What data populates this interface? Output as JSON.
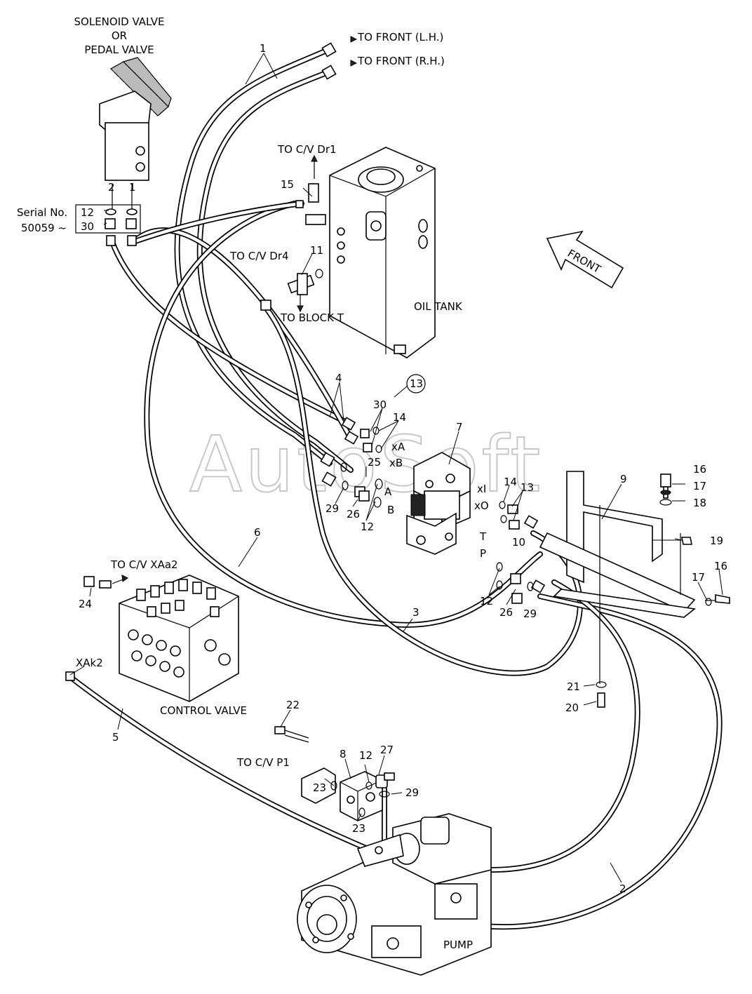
{
  "watermark": "AutoSoft",
  "labels": {
    "solenoid_line1": "SOLENOID VALVE",
    "solenoid_line2": "OR",
    "solenoid_line3": "PEDAL VALVE",
    "to_front_lh": "TO FRONT (L.H.)",
    "to_front_rh": "TO FRONT (R.H.)",
    "to_cv_dr1": "TO C/V Dr1",
    "to_cv_dr4": "TO C/V Dr4",
    "to_block_t": "TO BLOCK T",
    "oil_tank": "OIL TANK",
    "front": "FRONT",
    "serial_line1": "Serial No.",
    "serial_line2": "50059 ~",
    "to_cv_xaa2": "TO C/V XAa2",
    "xak2": "XAk2",
    "control_valve": "CONTROL VALVE",
    "to_cv_p1": "TO C/V P1",
    "pump": "PUMP",
    "port_xa": "xA",
    "port_xb": "xB",
    "port_a": "A",
    "port_b": "B",
    "port_xi": "xI",
    "port_xo": "xO",
    "port_t": "T",
    "port_p": "P"
  },
  "callouts": {
    "c1a": "1",
    "c1b": "1",
    "c2a": "2",
    "c2b": "2",
    "c3": "3",
    "c4": "4",
    "c5": "5",
    "c6": "6",
    "c7": "7",
    "c8": "8",
    "c9": "9",
    "c10": "10",
    "c11": "11",
    "c12a": "12",
    "c12b": "12",
    "c12c": "12",
    "c12d": "12",
    "c13a": "13",
    "c13b": "13",
    "c14a": "14",
    "c14b": "14",
    "c15": "15",
    "c16a": "16",
    "c16b": "16",
    "c17a": "17",
    "c17b": "17",
    "c18": "18",
    "c19": "19",
    "c20": "20",
    "c21": "21",
    "c22": "22",
    "c23a": "23",
    "c23b": "23",
    "c24": "24",
    "c25": "25",
    "c26a": "26",
    "c26b": "26",
    "c27": "27",
    "c29a": "29",
    "c29b": "29",
    "c29c": "29",
    "c30a": "30",
    "c30b": "30"
  }
}
